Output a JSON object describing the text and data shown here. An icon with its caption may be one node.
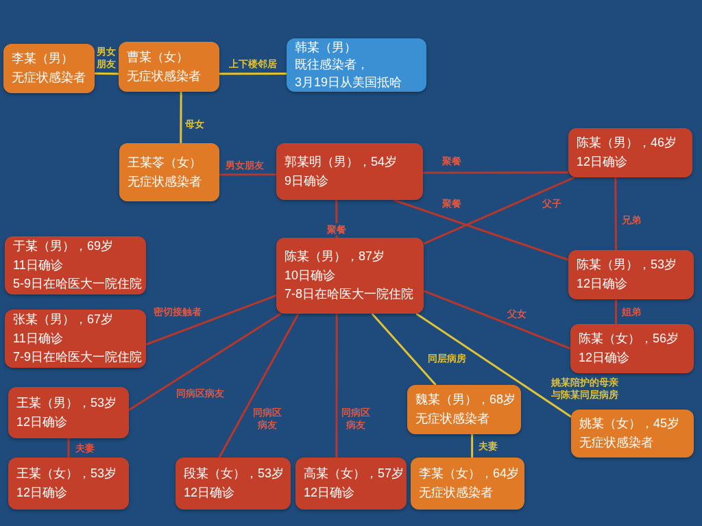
{
  "diagram": {
    "nodes": [
      {
        "text": [
          "李某（男）",
          "无症状感染者"
        ]
      },
      {
        "text": [
          "曹某（女）",
          "无症状感染者"
        ]
      },
      {
        "text": [
          "韩某（男）",
          "既往感染者，",
          "3月19日从美国抵哈"
        ]
      },
      {
        "text": [
          "王某苓（女）",
          "无症状感染者"
        ]
      },
      {
        "text": [
          "郭某明（男），54岁",
          "9日确诊"
        ]
      },
      {
        "text": [
          "陈某（男），46岁",
          "12日确诊"
        ]
      },
      {
        "text": [
          "于某（男），69岁",
          "11日确诊",
          "5-9日在哈医大一院住院"
        ]
      },
      {
        "text": [
          "陈某（男），87岁",
          "10日确诊",
          "7-8日在哈医大一院住院"
        ]
      },
      {
        "text": [
          "陈某（男），53岁",
          "12日确诊"
        ]
      },
      {
        "text": [
          "张某（男），67岁",
          "11日确诊",
          "7-9日在哈医大一院住院"
        ]
      },
      {
        "text": [
          "陈某（女），56岁",
          "12日确诊"
        ]
      },
      {
        "text": [
          "王某（男），53岁",
          "12日确诊"
        ]
      },
      {
        "text": [
          "魏某（男），68岁",
          "无症状感染者"
        ]
      },
      {
        "text": [
          "姚某（女），45岁",
          "无症状感染者"
        ]
      },
      {
        "text": [
          "王某（女），53岁",
          "12日确诊"
        ]
      },
      {
        "text": [
          "段某（女），53岁",
          "12日确诊"
        ]
      },
      {
        "text": [
          "高某（女），57岁",
          "12日确诊"
        ]
      },
      {
        "text": [
          "李某（女），64岁",
          "无症状感染者"
        ]
      }
    ],
    "edges": [
      {
        "from": 0,
        "to": 1,
        "arrow": "none",
        "label": "男女朋友",
        "color": "#e2c236"
      },
      {
        "from": 1,
        "to": 2,
        "arrow": "none",
        "label": "上下楼邻居",
        "color": "#e2c236"
      },
      {
        "from": 1,
        "to": 3,
        "arrow": "none",
        "label": "母女",
        "color": "#e2c236"
      },
      {
        "from": 3,
        "to": 4,
        "arrow": "none",
        "label": "男女朋友"
      },
      {
        "from": 4,
        "to": 5,
        "arrow": "none",
        "label": "聚餐"
      },
      {
        "from": 4,
        "to": 8,
        "arrow": "none",
        "label": "聚餐"
      },
      {
        "from": 4,
        "to": 7,
        "arrow": "none",
        "label": "聚餐"
      },
      {
        "from": 5,
        "to": 7,
        "arrow": "none",
        "label": "父子"
      },
      {
        "from": 5,
        "to": 8,
        "arrow": "none",
        "label": "兄弟"
      },
      {
        "from": 8,
        "to": 10,
        "arrow": "none",
        "label": "姐弟"
      },
      {
        "from": 7,
        "to": 10,
        "arrow": "none",
        "label": "父女"
      },
      {
        "from": 7,
        "to": 9,
        "arrow": "none",
        "label": "密切接触者"
      },
      {
        "from": 7,
        "to": 11,
        "arrow": "none",
        "label": "同病区病友"
      },
      {
        "from": 7,
        "to": 15,
        "arrow": "none",
        "label": "同病区病友"
      },
      {
        "from": 7,
        "to": 16,
        "arrow": "none",
        "label": "同病区病友"
      },
      {
        "from": 7,
        "to": 12,
        "arrow": "none",
        "label": "同层病房",
        "color": "#e2c236"
      },
      {
        "from": 7,
        "to": 13,
        "arrow": "none",
        "label": "姚某陪护的母亲与陈某同层病房",
        "color": "#e2c236"
      },
      {
        "from": 11,
        "to": 14,
        "arrow": "none",
        "label": "夫妻"
      },
      {
        "from": 12,
        "to": 17,
        "arrow": "none",
        "label": "夫妻",
        "color": "#e2c236"
      }
    ]
  }
}
